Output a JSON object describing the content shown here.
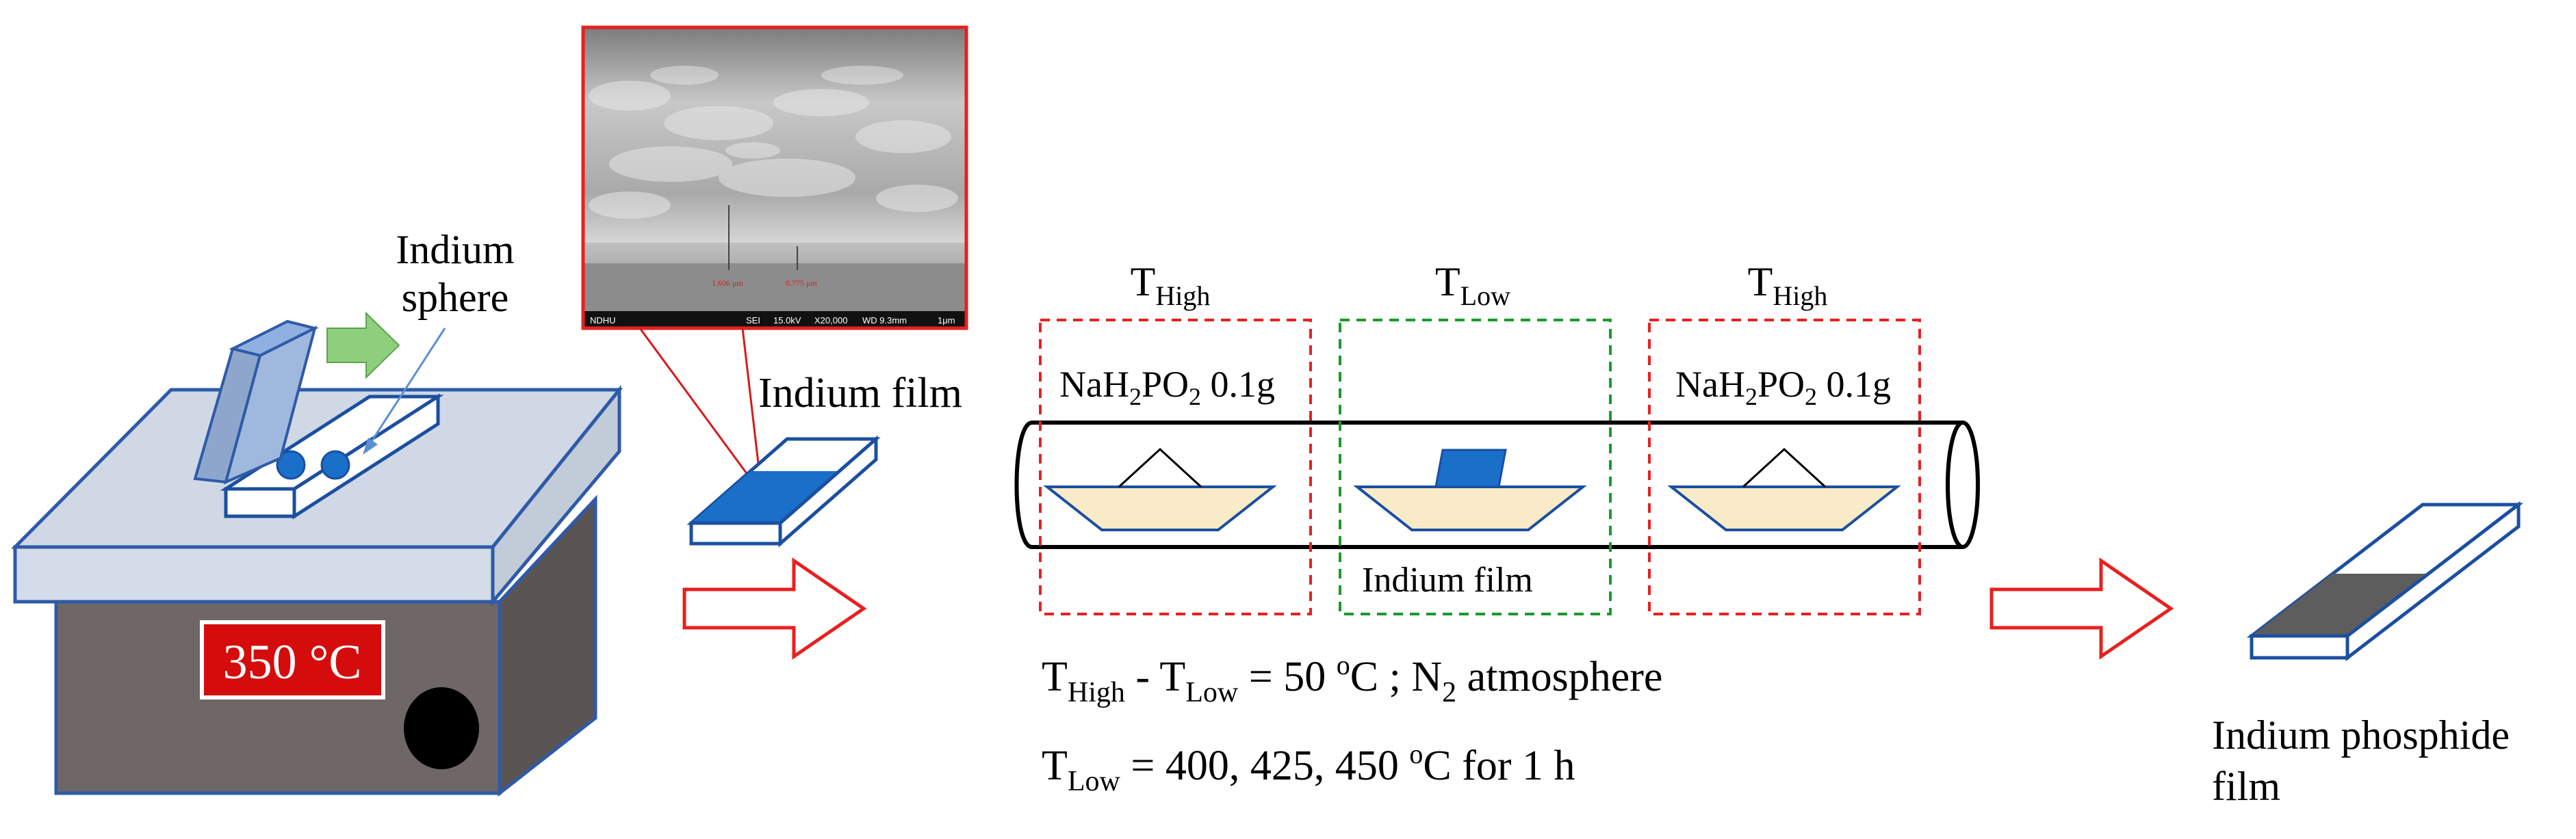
{
  "hotplate": {
    "temperature": "350 °C"
  },
  "labels": {
    "indium_sphere_line1": "Indium",
    "indium_sphere_line2": "sphere",
    "indium_film_top": "Indium film",
    "indium_film_tube": "Indium film",
    "indium_phosphide_line1": "Indium phosphide",
    "indium_phosphide_line2": "film"
  },
  "sem_image": {
    "footer_left": "NDHU",
    "footer_items": [
      "SEI",
      "15.0kV",
      "X20,000",
      "WD 9.3mm",
      "1μm"
    ],
    "measure_1": "1.606 μm",
    "measure_2": "0.775 μm"
  },
  "zones": [
    {
      "name": "T",
      "subscript": "High",
      "precursor_main": "NaH",
      "precursor_sub1": "2",
      "precursor_mid": "PO",
      "precursor_sub2": "2",
      "precursor_amount": " 0.1g",
      "border_color": "#e8201f"
    },
    {
      "name": "T",
      "subscript": "Low",
      "border_color": "#1a9a2b"
    },
    {
      "name": "T",
      "subscript": "High",
      "precursor_main": "NaH",
      "precursor_sub1": "2",
      "precursor_mid": "PO",
      "precursor_sub2": "2",
      "precursor_amount": " 0.1g",
      "border_color": "#e8201f"
    }
  ],
  "conditions": {
    "line1": {
      "t1": "T",
      "t1_sub": "High",
      "dash": " - ",
      "t2": "T",
      "t2_sub": "Low",
      "eq": " = 50 ",
      "deg": "o",
      "unit": "C ; N",
      "n_sub": "2",
      "tail": " atmosphere"
    },
    "line2": {
      "t": "T",
      "t_sub": "Low",
      "eq": " = 400, 425, 450  ",
      "deg": "o",
      "tail": "C  for 1 h"
    }
  },
  "colors": {
    "zone_high": "#e8201f",
    "zone_low": "#1a9a2b",
    "indium_blue": "#1a6fc9",
    "boat_fill": "#faebc8",
    "hotplate_top": "#cfd8e4",
    "hotplate_body": "#6e6765",
    "temp_box": "#d50c0c",
    "green_arrow": "#8dcf7d",
    "phosphide_gray": "#5d5d5d"
  }
}
